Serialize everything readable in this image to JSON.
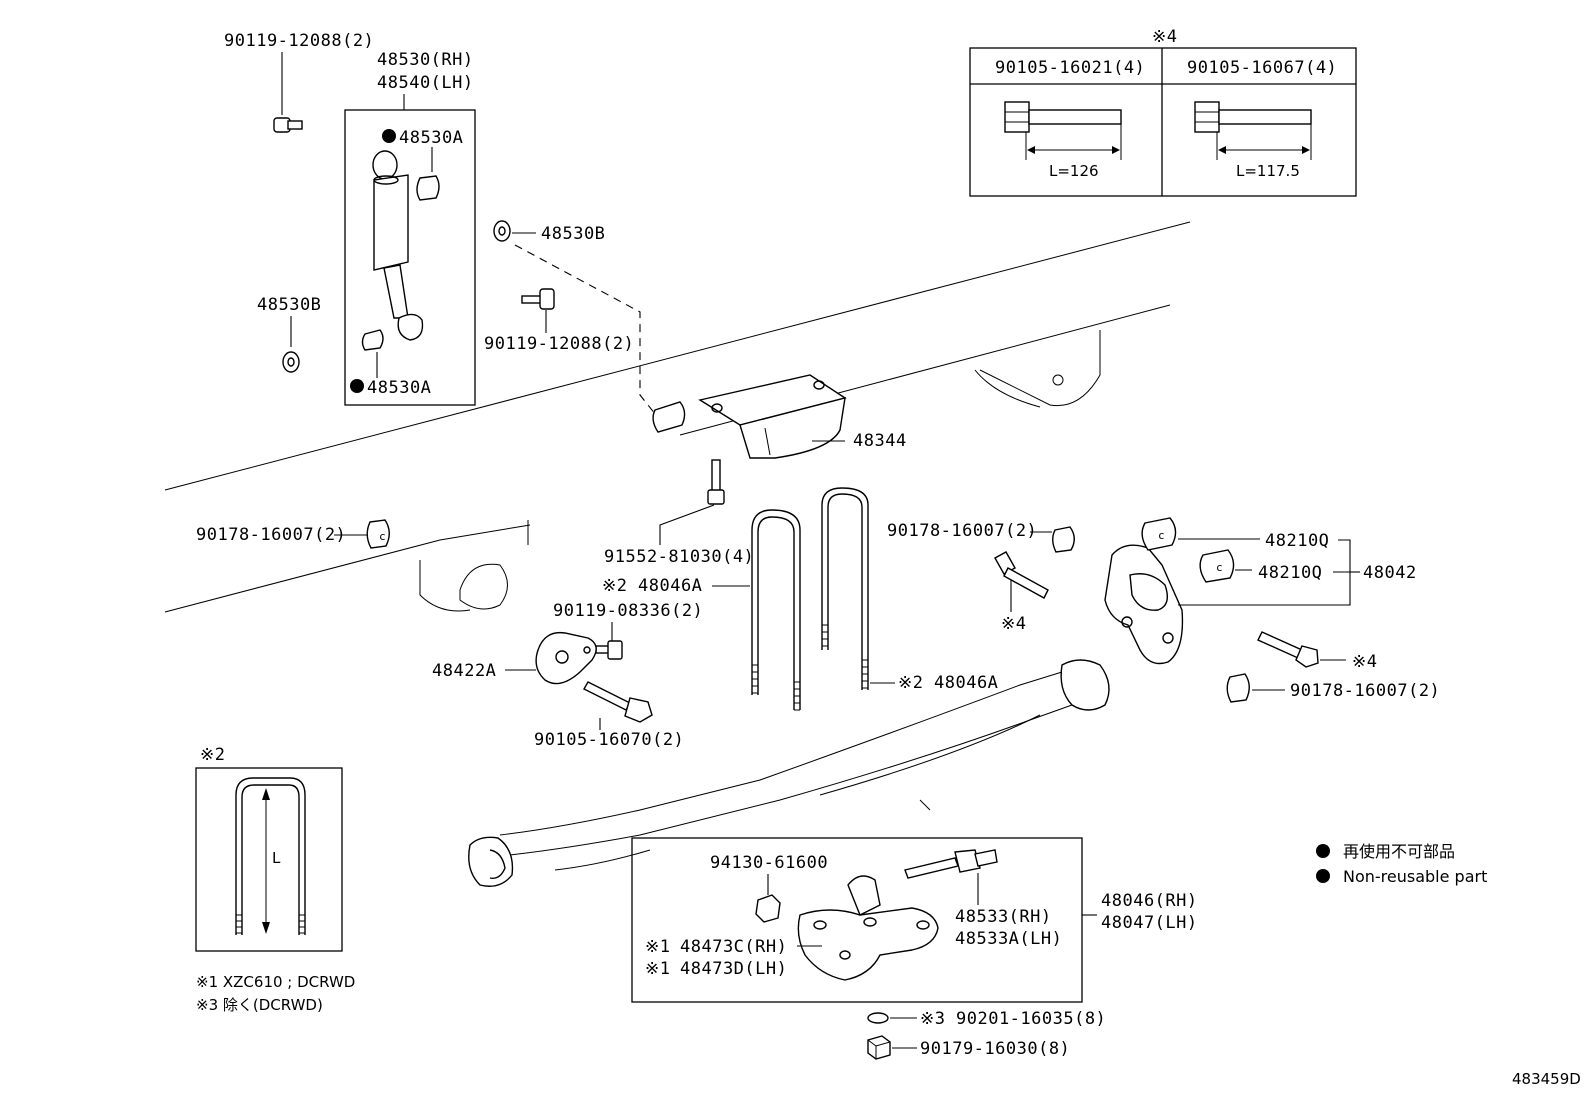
{
  "diagram_id": "483459D",
  "shock_absorber": {
    "part_rh": "48530(RH)",
    "part_lh": "48540(LH)",
    "cushion_a_top": "48530A",
    "cushion_a_bottom": "48530A",
    "bolt_top": "90119-12088(2)"
  },
  "labels": {
    "cushion_b_left": "48530B",
    "cushion_b_right": "48530B",
    "bolt_mid": "90119-12088(2)",
    "bumper_stopper": "48344",
    "nut_left": "90178-16007(2)",
    "nut_mid": "90178-16007(2)",
    "nut_right": "90178-16007(2)",
    "bolt_91552": "91552-81030(4)",
    "ubolt_upper": "48046A",
    "ubolt_lower": "48046A",
    "ubolt_upper_mark": "※2",
    "ubolt_lower_mark": "※2",
    "bolt_90119_08336": "90119-08336(2)",
    "bracket_48422a": "48422A",
    "bolt_90105_16070": "90105-16070(2)",
    "bushing_1": "48210Q",
    "bushing_2": "48210Q",
    "shackle": "48042",
    "bolt_mark_mid": "※4",
    "bolt_mark_right": "※4",
    "nut_94130": "94130-61600",
    "pin_rh": "48533(RH)",
    "pin_lh": "48533A(LH)",
    "spring_rh": "48046(RH)",
    "spring_lh": "48047(LH)",
    "seat_c": "48473C(RH)",
    "seat_d": "48473D(LH)",
    "seat_mark_1": "※1",
    "seat_mark_2": "※1",
    "washer": "90201-16035(8)",
    "washer_mark": "※3",
    "nut_bottom": "90179-16030(8)"
  },
  "bolt_table": {
    "mark": "※4",
    "col1_part": "90105-16021(4)",
    "col1_length": "L=126",
    "col2_part": "90105-16067(4)",
    "col2_length": "L=117.5"
  },
  "ubolt_inset": {
    "mark": "※2",
    "dim_label": "L"
  },
  "notes": {
    "note1": "※1 XZC610 ; DCRWD",
    "note3": "※3 除く(DCRWD)"
  },
  "legend": {
    "jp": "再使用不可部品",
    "en": "Non-reusable part"
  }
}
